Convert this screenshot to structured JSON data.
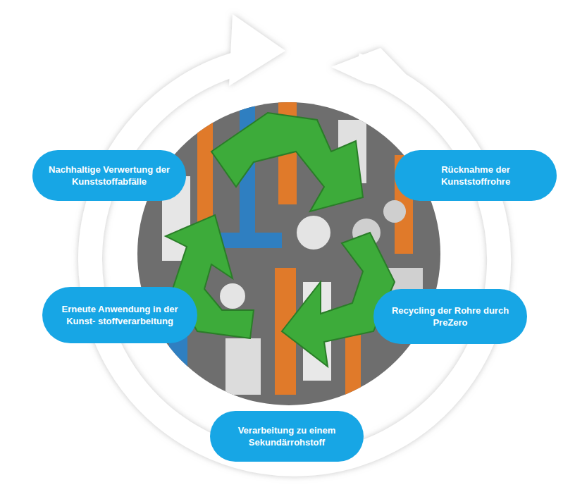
{
  "diagram": {
    "nodes": [
      {
        "text": [
          "Nachhaltige Verwertung der Kunststoffabfälle"
        ]
      },
      {
        "text": [
          "Rücknahme der Kunststoffrohre"
        ]
      },
      {
        "text": [
          "Erneute Anwendung in der Kunst- stoffverarbeitung"
        ]
      },
      {
        "text": [
          "Recycling der Rohre durch PreZero"
        ]
      },
      {
        "text": [
          "Verarbeitung zu einem Sekundärrohstoff"
        ]
      }
    ]
  }
}
